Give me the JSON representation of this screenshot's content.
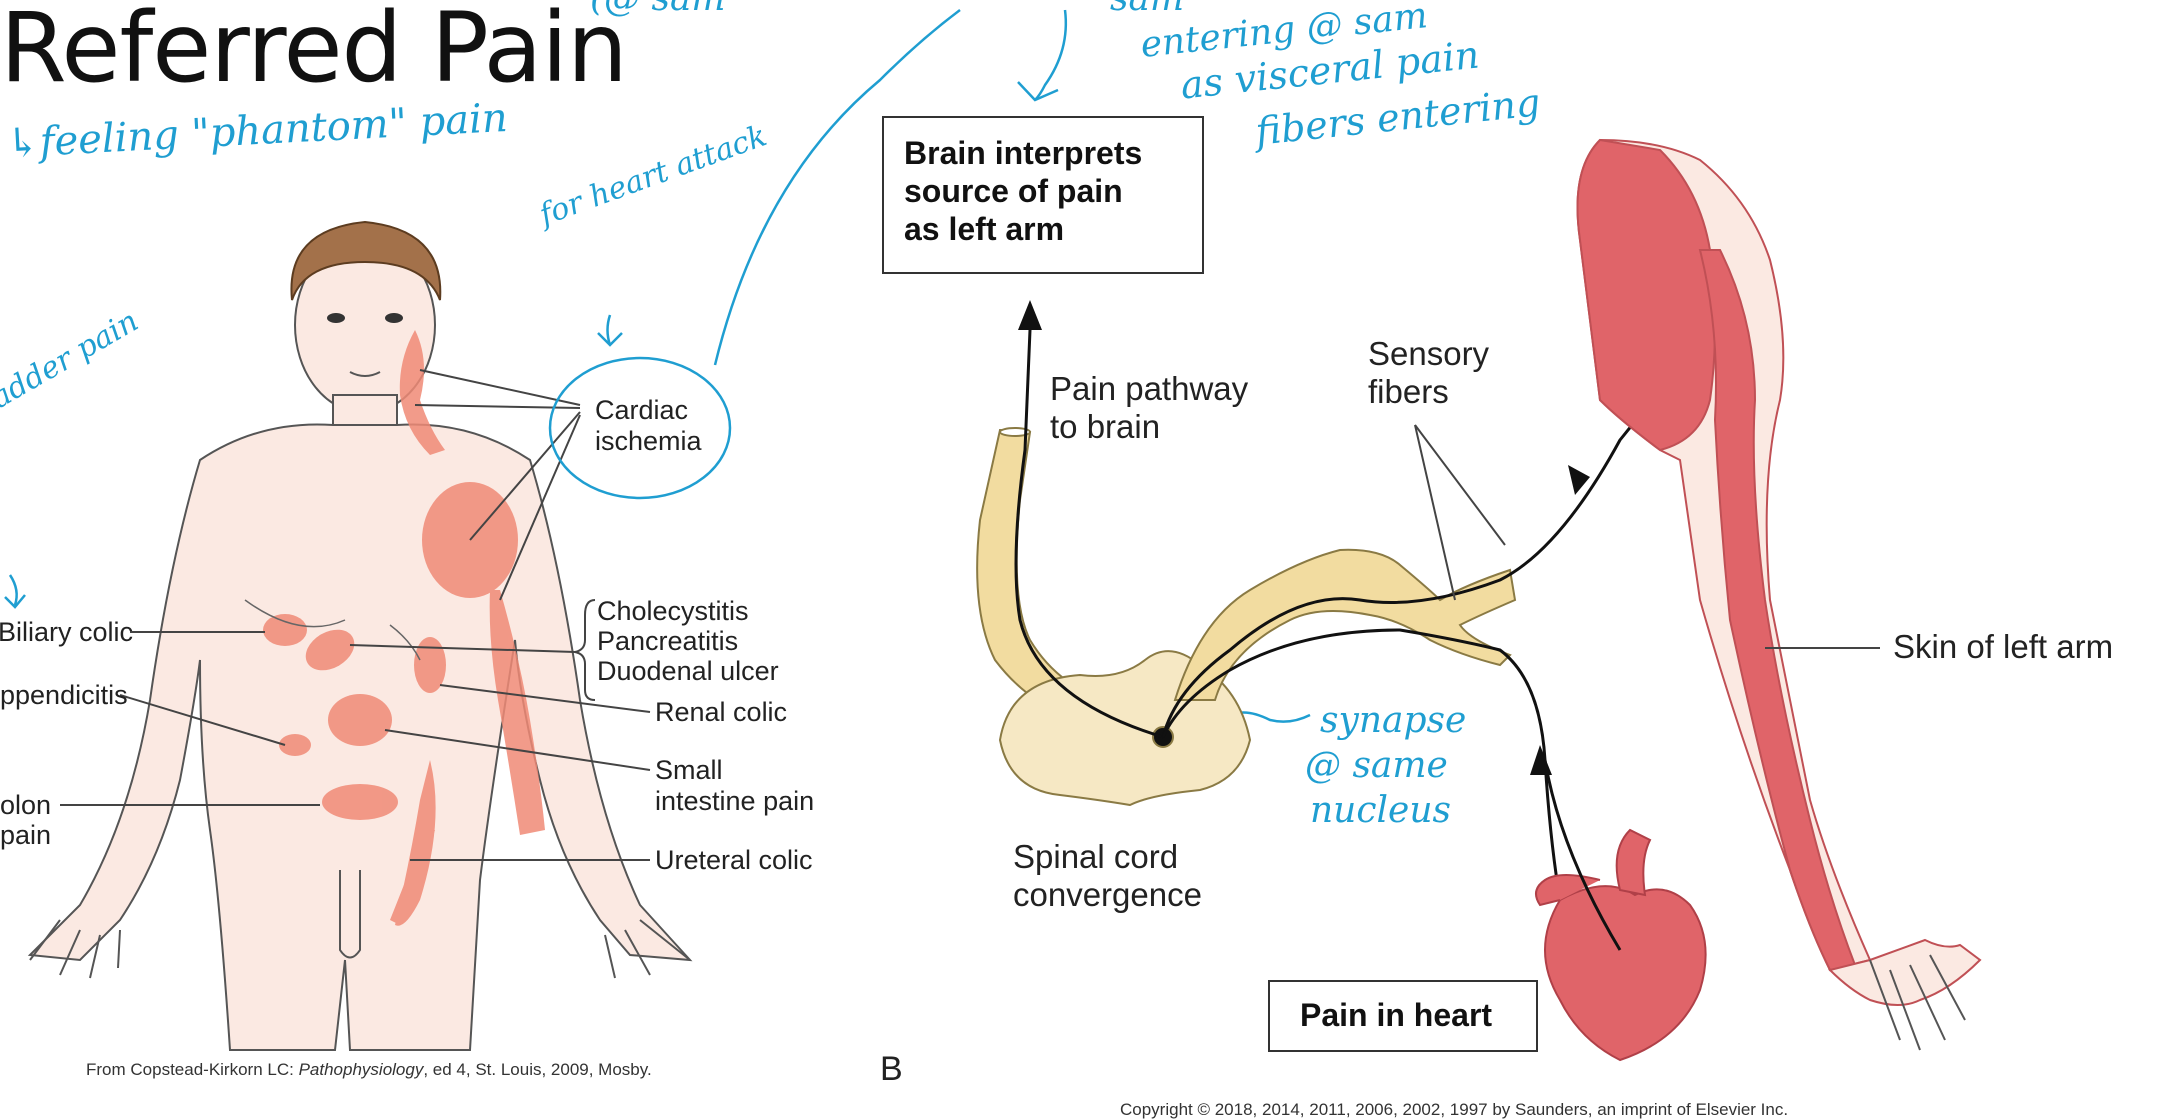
{
  "title": "Referred Pain",
  "annotations": {
    "phantom": "↳feeling \"phantom\" pain",
    "heart_attack": "for heart attack",
    "top_clip_left": "(@ sam",
    "top_clip_right_1": "sam",
    "top_clip_right_2": "entering @ sam",
    "visceral_1": "as  visceral pain",
    "visceral_2": "fibers entering",
    "bladder": "bladder pain",
    "synapse_1": "synapse",
    "synapse_2": "@ same",
    "synapse_3": "nucleus"
  },
  "left_figure": {
    "cardiac_1": "Cardiac",
    "cardiac_2": "ischemia",
    "chole": "Cholecystitis",
    "pancreatitis": "Pancreatitis",
    "duodenal": "Duodenal ulcer",
    "renal": "Renal colic",
    "small_1": "Small",
    "small_2": "intestine pain",
    "ureteral": "Ureteral colic",
    "biliary": "Biliary colic",
    "appendicitis": "ppendicitis",
    "colon_1": "olon",
    "colon_2": "pain",
    "credit_prefix": "From Copstead-Kirkorn LC: ",
    "credit_italic": "Pathophysiology",
    "credit_suffix": ", ed 4, St. Louis, 2009, Mosby."
  },
  "right_figure": {
    "brain_box_1": "Brain interprets",
    "brain_box_2": "source of pain",
    "brain_box_3": "as left arm",
    "pathway_1": "Pain pathway",
    "pathway_2": "to brain",
    "sensory_1": "Sensory",
    "sensory_2": "fibers",
    "skin": "Skin of left arm",
    "spinal_1": "Spinal cord",
    "spinal_2": "convergence",
    "heart_box": "Pain in heart",
    "panel_letter": "B",
    "copyright": "Copyright © 2018, 2014, 2011, 2006, 2002, 1997 by Saunders, an imprint of Elsevier Inc."
  },
  "colors": {
    "pain": "#f08a76",
    "skin": "#fbe9e2",
    "arm_red": "#e06469",
    "cord": "#f2dca0",
    "ink": "#1f9ed1"
  }
}
